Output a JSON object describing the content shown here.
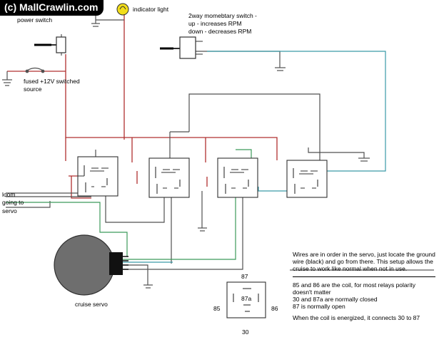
{
  "watermark": "(c) MallCrawlin.com",
  "labels": {
    "power_switch": "power switch",
    "indicator_light": "indicator light",
    "rpm_switch_line1": "2way momebtary switch -",
    "rpm_switch_line2": "up - increases RPM",
    "rpm_switch_line3": "down - decreases RPM",
    "fused_line1": "fused +12V switched",
    "fused_line2": "source",
    "loom_line1": "loom",
    "loom_line2": "going to",
    "loom_line3": "servo",
    "cruise_servo": "cruise servo"
  },
  "relay_pins": {
    "top": "87",
    "center": "87a",
    "left": "85",
    "right": "86",
    "bottom": "30"
  },
  "notes": {
    "wiring": "Wires are in order in the servo, just locate the ground wire (black) and go from there. This setup allows the cruise to work like normal when not in use.",
    "coil": "85 and 86 are the coil, for most relays polarity doesn't matter",
    "contacts_closed": "30 and 87a are normally closed",
    "contacts_open": "87 is normally open",
    "energized": "When the coil is energized, it connects 30 to 87"
  },
  "colors": {
    "power_wire": "#b03030",
    "signal_wire": "#505050",
    "servo_wire_green": "#3c9a5a",
    "servo_wire_teal": "#3a9aa8",
    "servo_body": "#6e6e6e",
    "indicator_lamp": "#f2dd1a"
  }
}
